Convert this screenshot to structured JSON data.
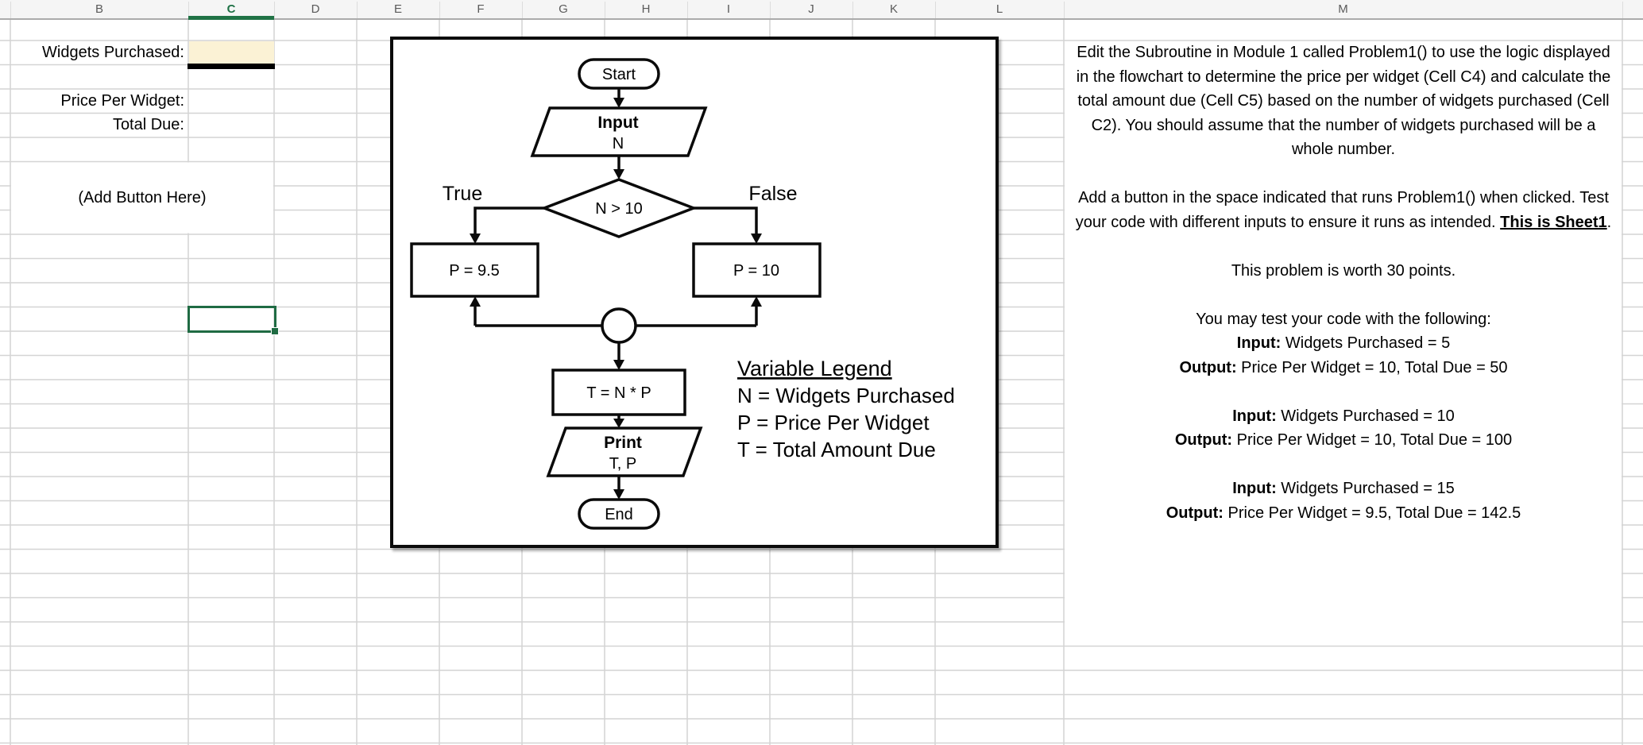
{
  "grid": {
    "columns": [
      "B",
      "C",
      "D",
      "E",
      "F",
      "G",
      "H",
      "I",
      "J",
      "K",
      "L",
      "M"
    ]
  },
  "cells": {
    "widgets_purchased_label": "Widgets Purchased:",
    "price_per_widget_label": "Price Per Widget:",
    "total_due_label": "Total Due:",
    "add_button_placeholder": "(Add Button Here)"
  },
  "flowchart": {
    "start": "Start",
    "input_title": "Input",
    "input_var": "N",
    "decision": "N > 10",
    "true_label": "True",
    "false_label": "False",
    "branch_true": "P = 9.5",
    "branch_false": "P = 10",
    "compute": "T = N * P",
    "print_title": "Print",
    "print_vars": "T, P",
    "end": "End",
    "legend_title": "Variable Legend",
    "legend_n": "N = Widgets Purchased",
    "legend_p": "P = Price Per Widget",
    "legend_t": "T = Total Amount Due"
  },
  "instructions": {
    "p1_l1": "Edit the Subroutine in Module 1 called Problem1() to use the logic displayed",
    "p1_l2": "in the flowchart to determine the price per widget (Cell C4) and calculate the",
    "p1_l3": "total amount due (Cell C5) based on the number of widgets purchased (Cell",
    "p1_l4": "C2). You should assume that the number of widgets purchased will be a",
    "p1_l5": "whole number.",
    "p2_l1": "Add a button in the space indicated that runs Problem1() when clicked. Test",
    "p2_l2a": "your code with different inputs to ensure it runs as intended. ",
    "p2_l2b": "This is Sheet1",
    "p2_l2c": ".",
    "points": "This problem is worth 30 points.",
    "test_intro": "You may test your code with the following:",
    "tests": [
      {
        "input_label": "Input:",
        "input_text": " Widgets Purchased = 5",
        "output_label": "Output:",
        "output_text": " Price Per Widget = 10, Total Due = 50"
      },
      {
        "input_label": "Input:",
        "input_text": " Widgets Purchased = 10",
        "output_label": "Output:",
        "output_text": " Price Per Widget = 10, Total Due = 100"
      },
      {
        "input_label": "Input:",
        "input_text": " Widgets Purchased = 15",
        "output_label": "Output:",
        "output_text": " Price Per Widget = 9.5, Total Due = 142.5"
      }
    ]
  },
  "colors": {
    "accent_green": "#217346",
    "selection_green": "#1F6B43",
    "input_cell_fill": "#FBF2D5",
    "gridline": "#D4D4D4",
    "header_bg": "#F5F5F5",
    "thick_border": "#000000"
  }
}
